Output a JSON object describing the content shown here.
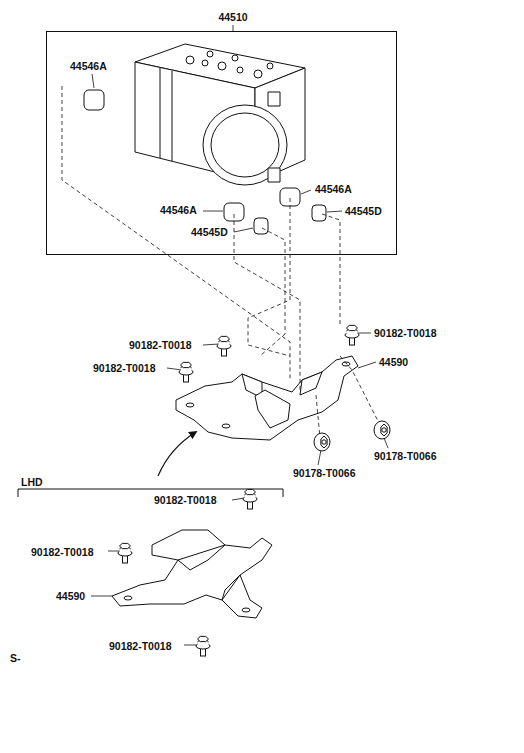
{
  "diagram": {
    "nodes": [
      {
        "text": [
          "44510"
        ]
      }
    ],
    "labels": [
      "44546A",
      "44546A",
      "44546A",
      "44545D",
      "44545D",
      "90182-T0018",
      "90182-T0018",
      "90182-T0018",
      "44590",
      "90178-T0066",
      "90178-T0066",
      "LHD",
      "90182-T0018",
      "90182-T0018",
      "44590",
      "90182-T0018",
      "S-"
    ]
  }
}
